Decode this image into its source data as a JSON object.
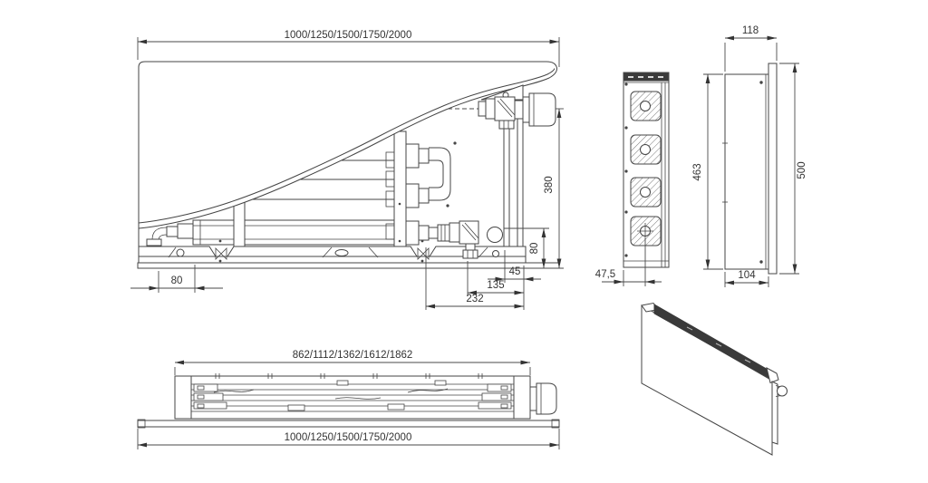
{
  "colors": {
    "line": "#454545",
    "dark": "#3a3a3a",
    "text": "#333333"
  },
  "dims": {
    "front": {
      "width_variants": "1000/1250/1500/1750/2000",
      "connection_height": "380",
      "connection_drop": "80",
      "left_offset": "80",
      "valve_to_edge": "45",
      "drain_to_edge": "135",
      "connection_to_edge": "232"
    },
    "section": {
      "tube_center_offset": "47,5"
    },
    "side": {
      "body_height": "463",
      "total_depth": "118",
      "total_height": "500",
      "body_depth": "104"
    },
    "top": {
      "core_width_variants": "862/1112/1362/1612/1862",
      "total_width_variants": "1000/1250/1500/1750/2000"
    }
  }
}
